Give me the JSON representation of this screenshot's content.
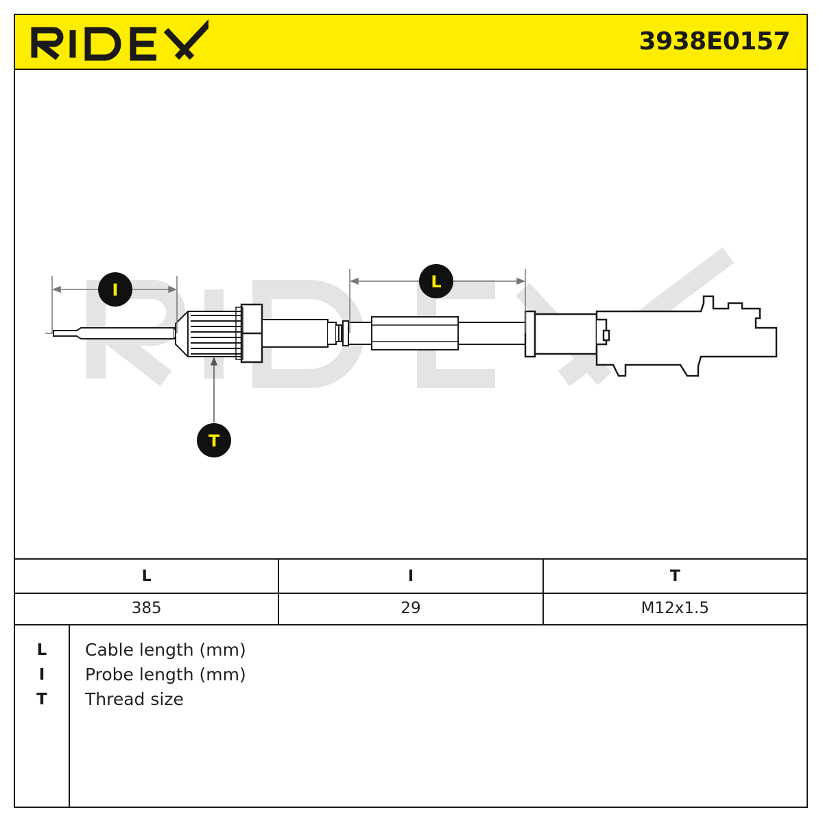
{
  "header": {
    "brand": "RIDEX",
    "part_number": "3938E0157",
    "accent_color": "#ffed00"
  },
  "drawing": {
    "callouts": {
      "probe_length_key": "I",
      "cable_length_key": "L",
      "thread_size_key": "T"
    },
    "callout_colors": {
      "circle": "#111111",
      "text": "#ffed00"
    },
    "watermark": "RIDEX"
  },
  "specs": {
    "headers": [
      "L",
      "I",
      "T"
    ],
    "values": [
      "385",
      "29",
      "M12x1.5"
    ]
  },
  "legend": [
    {
      "key": "L",
      "text": "Cable length (mm)"
    },
    {
      "key": "I",
      "text": "Probe length (mm)"
    },
    {
      "key": "T",
      "text": "Thread size"
    }
  ]
}
